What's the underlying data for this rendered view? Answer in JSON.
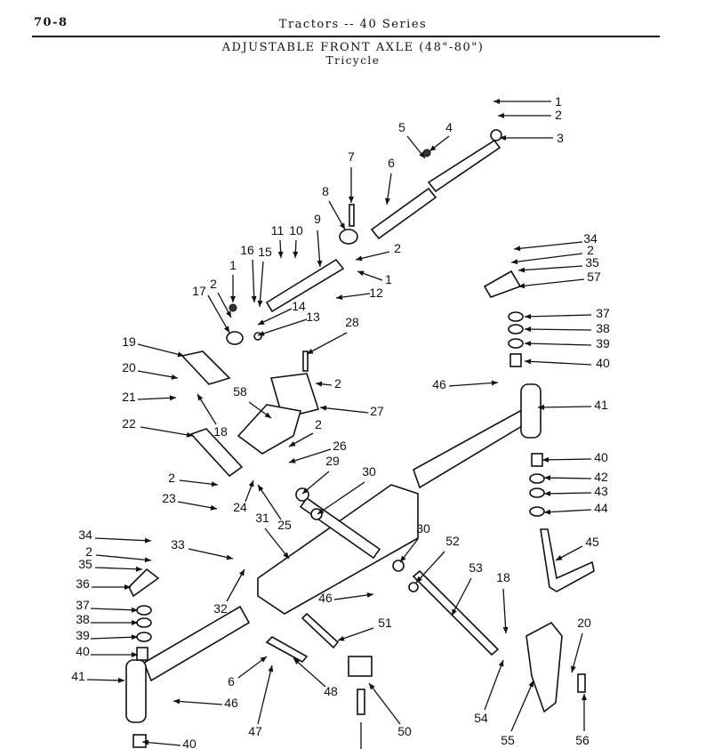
{
  "header": {
    "page_number": "70-8",
    "series": "Tractors -- 40 Series",
    "title": "ADJUSTABLE FRONT AXLE (48\"-80\")",
    "subtitle": "Tricycle"
  },
  "callouts": [
    "1",
    "2",
    "3",
    "4",
    "5",
    "6",
    "7",
    "8",
    "9",
    "10",
    "11",
    "12",
    "13",
    "14",
    "15",
    "16",
    "17",
    "2",
    "1",
    "2",
    "1",
    "19",
    "20",
    "21",
    "18",
    "22",
    "2",
    "23",
    "24",
    "25",
    "58",
    "28",
    "2",
    "27",
    "2",
    "26",
    "29",
    "30",
    "31",
    "32",
    "33",
    "34",
    "2",
    "35",
    "36",
    "37",
    "38",
    "39",
    "40",
    "41",
    "46",
    "40",
    "6",
    "47",
    "48",
    "50",
    "51",
    "46",
    "30",
    "52",
    "53",
    "18",
    "54",
    "55",
    "20",
    "56",
    "34",
    "2",
    "35",
    "57",
    "37",
    "38",
    "39",
    "40",
    "46",
    "41",
    "40",
    "42",
    "43",
    "44",
    "45"
  ]
}
